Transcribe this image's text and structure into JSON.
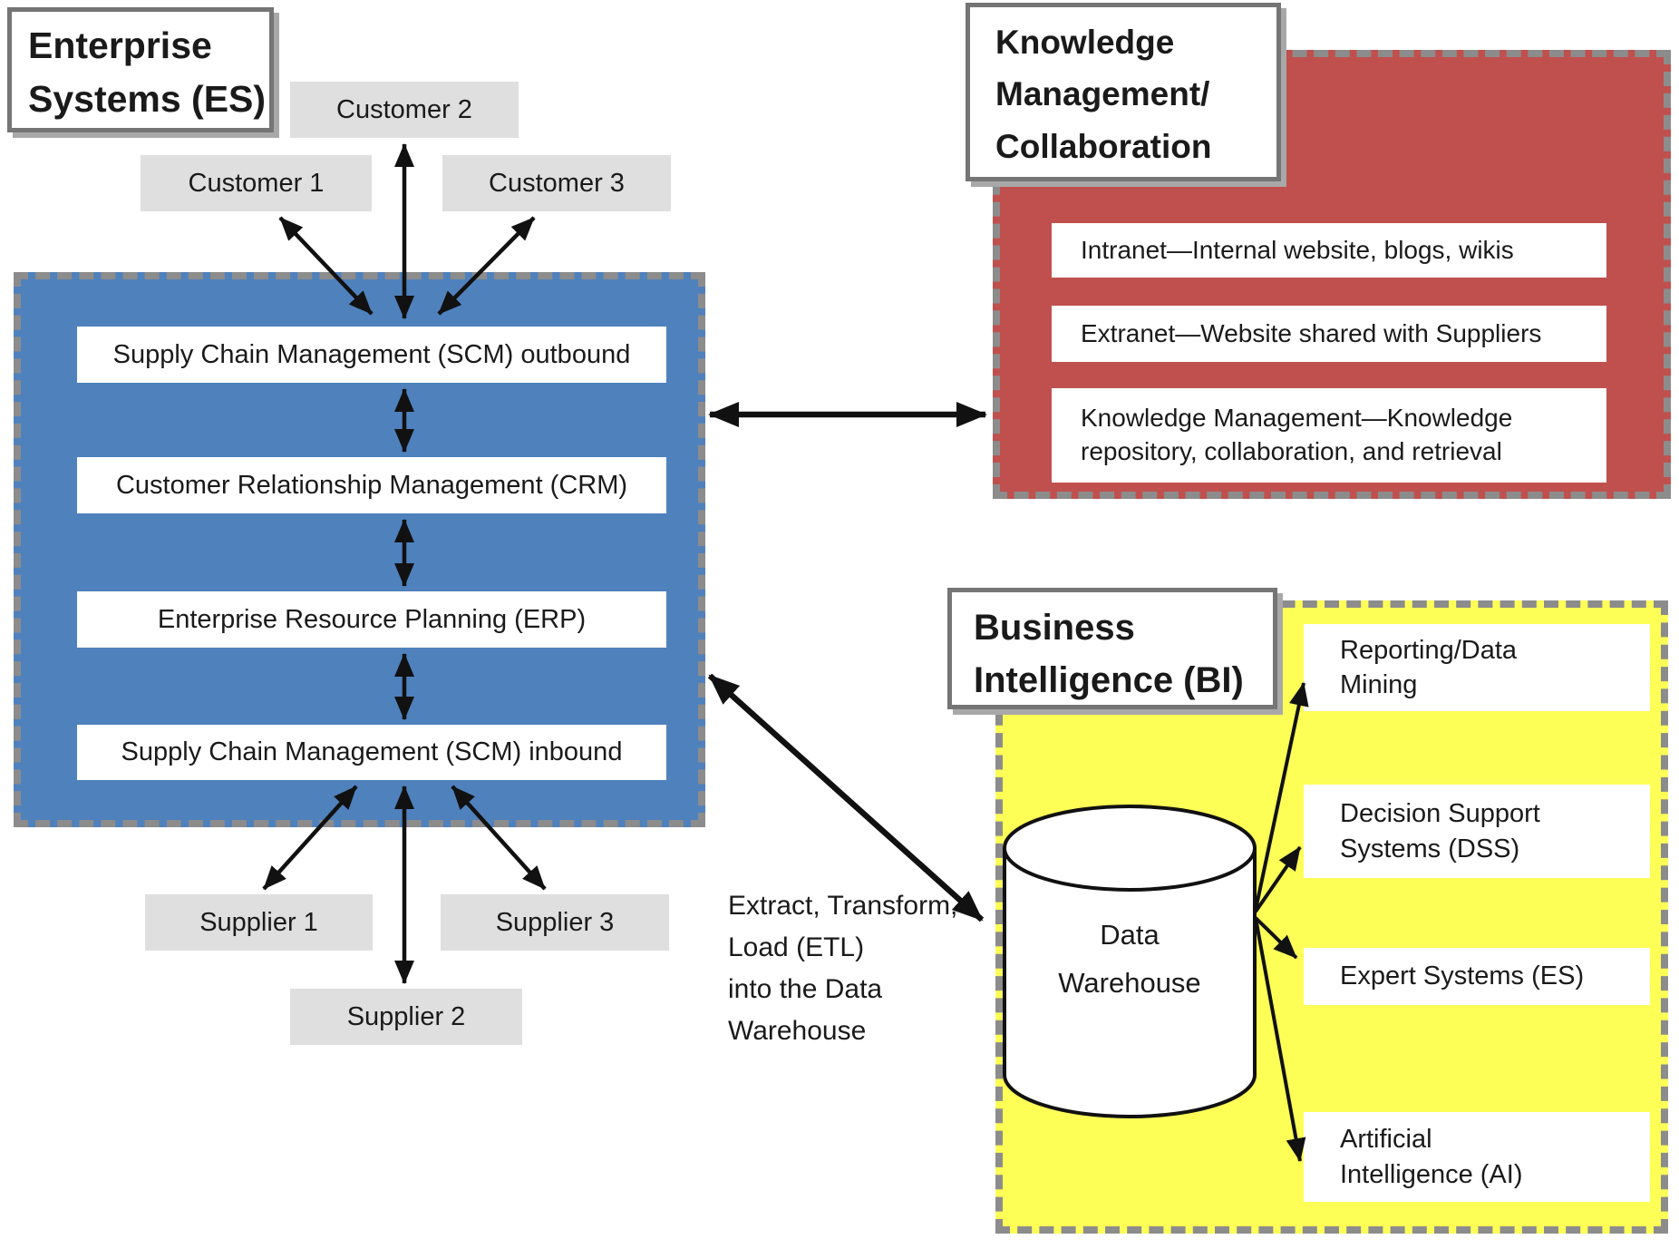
{
  "enterprise_systems": {
    "title_lines": [
      "Enterprise",
      "Systems (ES)"
    ],
    "customers": [
      "Customer 1",
      "Customer 2",
      "Customer 3"
    ],
    "modules": [
      "Supply Chain Management (SCM) outbound",
      "Customer Relationship Management (CRM)",
      "Enterprise Resource Planning (ERP)",
      "Supply Chain Management (SCM) inbound"
    ],
    "suppliers": [
      "Supplier 1",
      "Supplier 2",
      "Supplier 3"
    ]
  },
  "knowledge_management": {
    "title_lines": [
      "Knowledge",
      "Management/",
      "Collaboration"
    ],
    "items": [
      {
        "lines": [
          "Intranet—Internal website, blogs, wikis"
        ]
      },
      {
        "lines": [
          "Extranet—Website shared with Suppliers"
        ]
      },
      {
        "lines": [
          "Knowledge Management—Knowledge",
          "repository, collaboration, and retrieval"
        ]
      }
    ]
  },
  "business_intelligence": {
    "title_lines": [
      "Business",
      "Intelligence (BI)"
    ],
    "data_warehouse_lines": [
      "Data",
      "Warehouse"
    ],
    "items": [
      {
        "lines": [
          "Reporting/Data",
          "Mining"
        ]
      },
      {
        "lines": [
          "Decision Support",
          "Systems (DSS)"
        ]
      },
      {
        "lines": [
          "Expert Systems (ES)"
        ]
      },
      {
        "lines": [
          "Artificial",
          "Intelligence (AI)"
        ]
      }
    ]
  },
  "etl_label_lines": [
    "Extract, Transform,",
    "Load (ETL)",
    "into the Data",
    "Warehouse"
  ],
  "colors": {
    "es_fill": "#4F81BD",
    "km_fill": "#C0504D",
    "bi_fill": "#FDFF57",
    "neutral_box_fill": "#DFDFDF",
    "dashed_border": "#8C8C8C",
    "arrow": "#111111"
  }
}
